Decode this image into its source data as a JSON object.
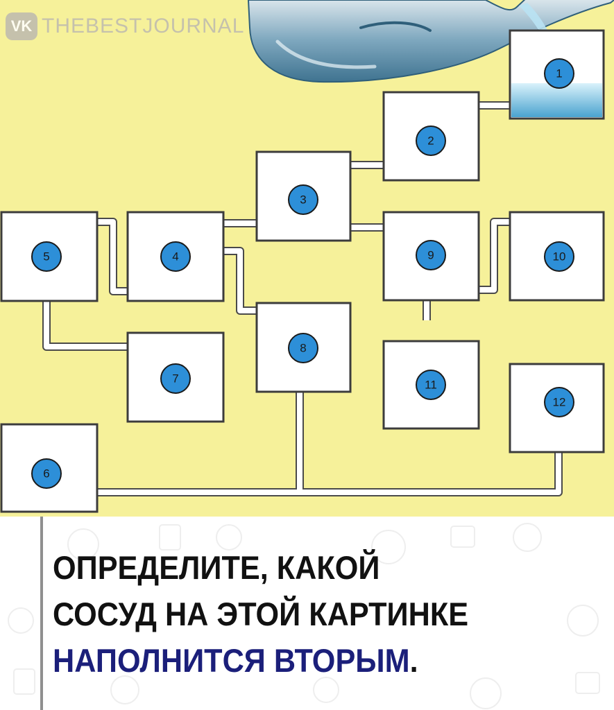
{
  "watermark": {
    "logo_icon": "vk-icon",
    "text": "THEBESTJOURNAL"
  },
  "puzzle": {
    "background_color": "#f6f19a",
    "badge_color": "#2d8fd8",
    "vessels": [
      {
        "label": "1"
      },
      {
        "label": "2"
      },
      {
        "label": "3"
      },
      {
        "label": "4"
      },
      {
        "label": "5"
      },
      {
        "label": "6"
      },
      {
        "label": "7"
      },
      {
        "label": "8"
      },
      {
        "label": "9"
      },
      {
        "label": "10"
      },
      {
        "label": "11"
      },
      {
        "label": "12"
      }
    ]
  },
  "caption": {
    "line1": "ОПРЕДЕЛИТЕ, КАКОЙ",
    "line2": "СОСУД НА ЭТОЙ КАРТИНКЕ",
    "line3": "НАПОЛНИТСЯ ВТОРЫМ",
    "line3_end": ".",
    "accent_color": "#1b1f7a"
  }
}
